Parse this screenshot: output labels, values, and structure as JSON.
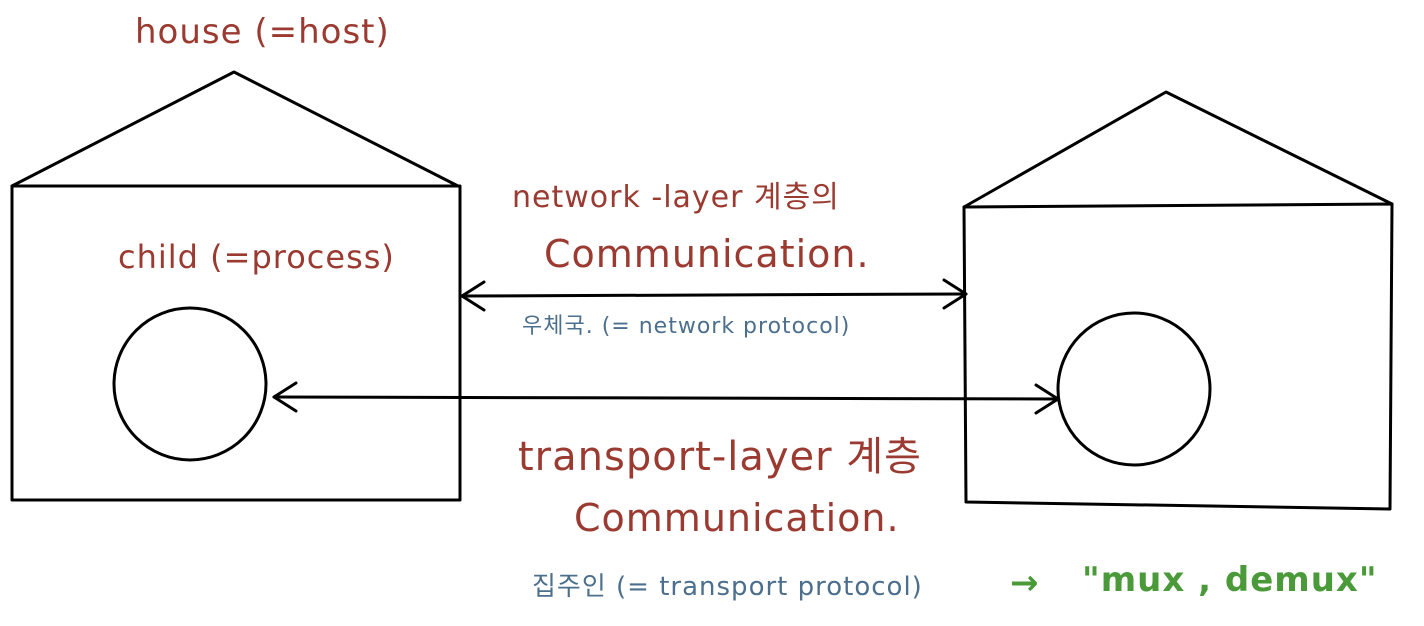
{
  "labels": {
    "house": "house (=host)",
    "child": "child (=process)",
    "network_line1": "network -layer 계층의",
    "network_line2": "Communication.",
    "network_sub": "우체국. (= network protocol)",
    "transport_line1": "transport-layer 계층",
    "transport_line2": "Communication.",
    "transport_sub": "집주인 (= transport protocol)",
    "mux_arrow": "→",
    "mux": "\"mux , demux\""
  },
  "colors": {
    "stroke": "#000000",
    "red_text": "#9a3a30",
    "blue_text": "#4c6f8d",
    "green_text": "#4a9a3a"
  }
}
